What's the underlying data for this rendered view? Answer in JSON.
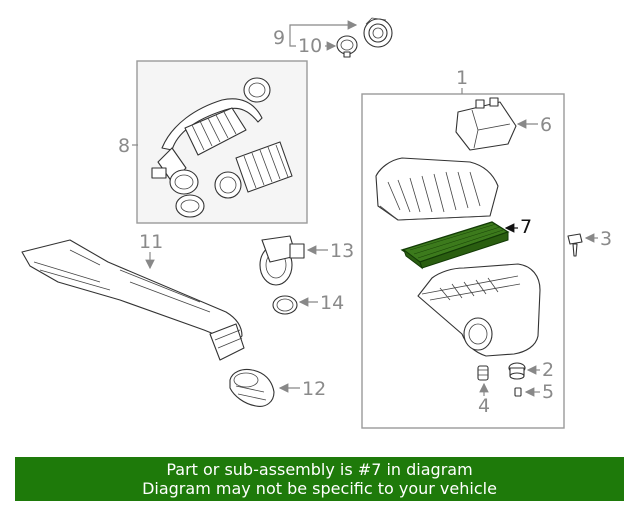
{
  "callouts": {
    "c1": "1",
    "c2": "2",
    "c3": "3",
    "c4": "4",
    "c5": "5",
    "c6": "6",
    "c7": "7",
    "c8": "8",
    "c9": "9",
    "c10": "10",
    "c11": "11",
    "c12": "12",
    "c13": "13",
    "c14": "14"
  },
  "highlight": {
    "part": "7",
    "color": "#2f6b14"
  },
  "banner": {
    "line1": "Part or sub-assembly is #7 in diagram",
    "line2": "Diagram may not be specific to your vehicle",
    "background": "#1e7a0a"
  }
}
